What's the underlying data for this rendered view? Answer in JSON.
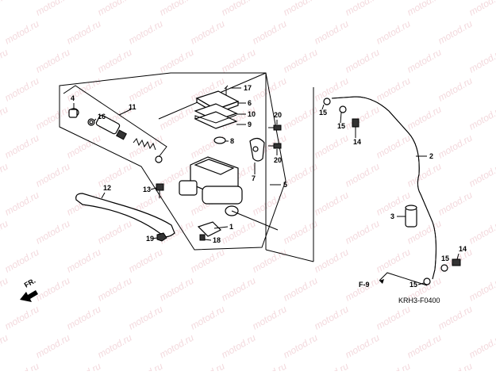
{
  "watermark": "motod.ru",
  "diagram_code": "KRH3-F0400",
  "frame_ref": "F-9",
  "direction_label": "FR.",
  "callouts": [
    {
      "id": "c1",
      "label": "1"
    },
    {
      "id": "c2",
      "label": "2"
    },
    {
      "id": "c3",
      "label": "3"
    },
    {
      "id": "c4",
      "label": "4"
    },
    {
      "id": "c5",
      "label": "5"
    },
    {
      "id": "c6",
      "label": "6"
    },
    {
      "id": "c7",
      "label": "7"
    },
    {
      "id": "c8",
      "label": "8"
    },
    {
      "id": "c9",
      "label": "9"
    },
    {
      "id": "c10",
      "label": "10"
    },
    {
      "id": "c11",
      "label": "11"
    },
    {
      "id": "c12",
      "label": "12"
    },
    {
      "id": "c13",
      "label": "13"
    },
    {
      "id": "c14a",
      "label": "14"
    },
    {
      "id": "c14b",
      "label": "14"
    },
    {
      "id": "c15a",
      "label": "15"
    },
    {
      "id": "c15b",
      "label": "15"
    },
    {
      "id": "c15c",
      "label": "15"
    },
    {
      "id": "c15d",
      "label": "15"
    },
    {
      "id": "c16",
      "label": "16"
    },
    {
      "id": "c17",
      "label": "17"
    },
    {
      "id": "c18",
      "label": "18"
    },
    {
      "id": "c19",
      "label": "19"
    },
    {
      "id": "c20a",
      "label": "20"
    },
    {
      "id": "c20b",
      "label": "20"
    }
  ]
}
